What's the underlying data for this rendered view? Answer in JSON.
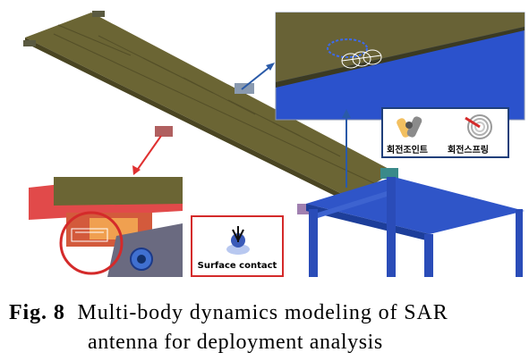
{
  "figure": {
    "legend_joint": {
      "revolute_joint_label": "회전조인트",
      "rotational_spring_label": "회전스프링",
      "joint_icon": "revolute-joint-icon",
      "spring_icon": "rotational-spring-icon"
    },
    "legend_contact": {
      "label": "Surface contact",
      "icon": "surface-contact-icon"
    },
    "colors": {
      "panel_olive": "#6b6534",
      "tower_blue": "#2f55c8",
      "zoom_blue": "#2b52cc",
      "joint_frame_blue": "#1f3f7a",
      "contact_frame_red": "#d42a2a",
      "arrow_red": "#e03030",
      "arrow_blue": "#2a5aa8"
    }
  },
  "caption": {
    "fig_label": "Fig. 8",
    "line1": "Multi-body dynamics modeling of SAR",
    "line2": "antenna for deployment analysis"
  }
}
